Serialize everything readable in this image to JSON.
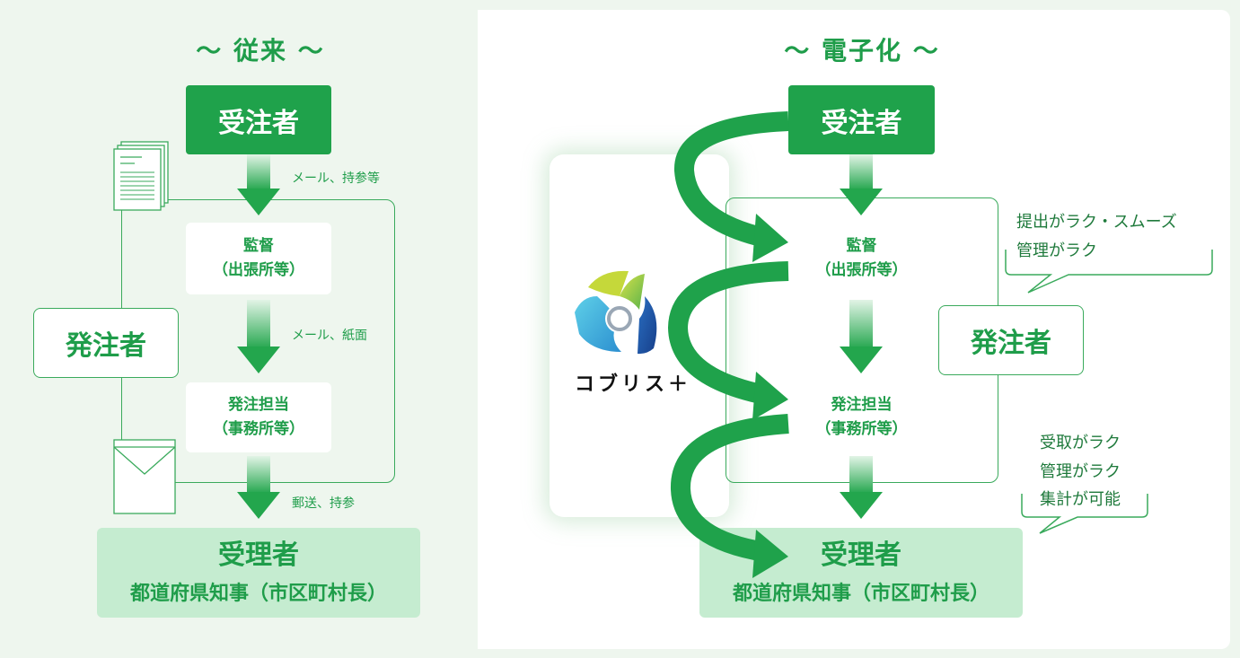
{
  "left": {
    "title": "～ 従来 ～",
    "contractor": "受注者",
    "supervisor_line1": "監督",
    "supervisor_line2": "（出張所等）",
    "officer_line1": "発注担当",
    "officer_line2": "（事務所等）",
    "orderer": "発注者",
    "receiver_line1": "受理者",
    "receiver_line2": "都道府県知事（市区町村長）",
    "note1": "メール、持参等",
    "note2": "メール、紙面",
    "note3": "郵送、持参"
  },
  "right": {
    "title": "～ 電子化 ～",
    "contractor": "受注者",
    "supervisor_line1": "監督",
    "supervisor_line2": "（出張所等）",
    "officer_line1": "発注担当",
    "officer_line2": "（事務所等）",
    "orderer": "発注者",
    "receiver_line1": "受理者",
    "receiver_line2": "都道府県知事（市区町村長）",
    "logo_text": "コブリス＋",
    "callout1_line1": "提出がラク・スムーズ",
    "callout1_line2": "管理がラク",
    "callout2_line1": "受取がラク",
    "callout2_line2": "管理がラク",
    "callout2_line3": "集計が可能"
  },
  "colors": {
    "dark_green": "#1fa24b",
    "light_green": "#c5ecd0",
    "background": "#eef6ee"
  }
}
